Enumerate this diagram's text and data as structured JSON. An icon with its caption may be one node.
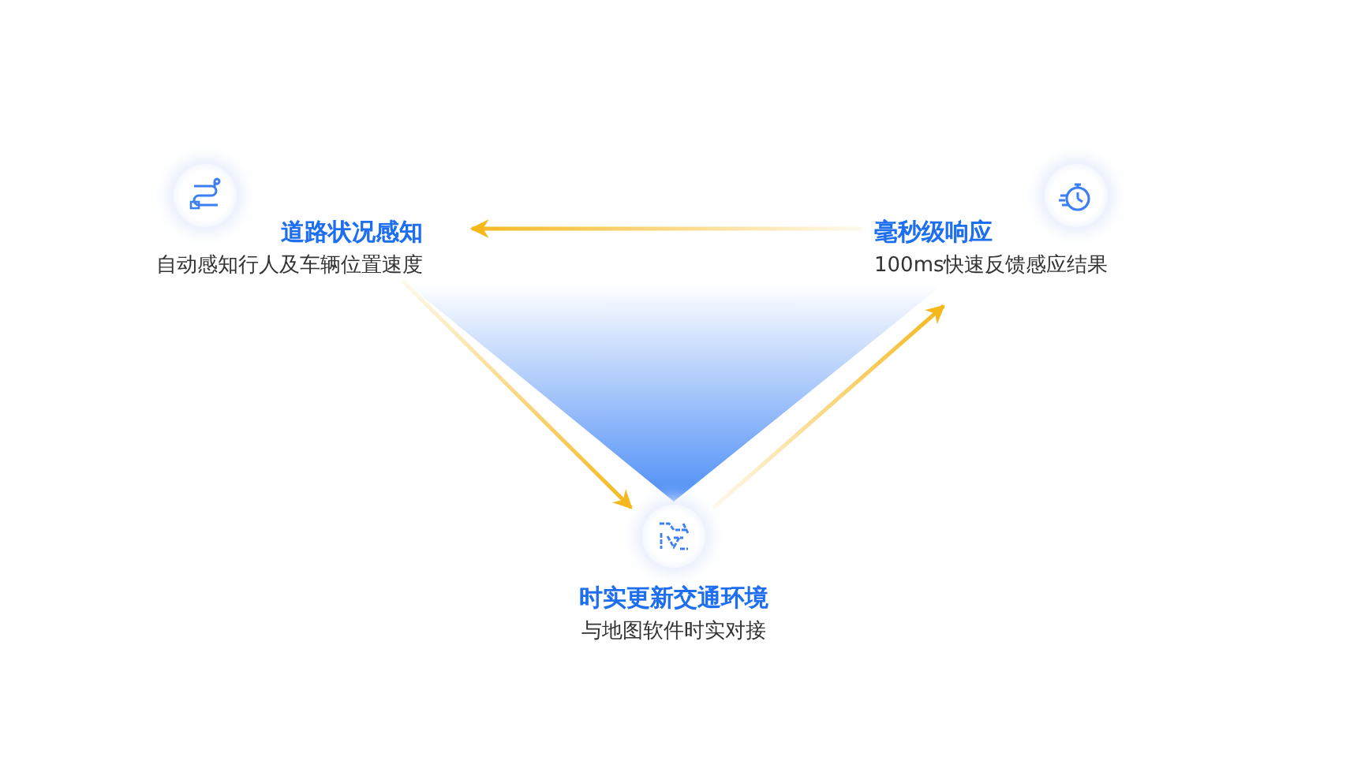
{
  "diagram": {
    "nodes": [
      {
        "text": [
          "道路状况感知",
          "自动感知行人及车辆位置速度"
        ]
      },
      {
        "text": [
          "毫秒级响应",
          "100ms快速反馈感应结果"
        ]
      },
      {
        "text": [
          "时实更新交通环境",
          "与地图软件时实对接"
        ]
      }
    ],
    "edges": [
      {
        "from": 1,
        "to": 0,
        "arrow": "to",
        "color": "#f5b81c"
      },
      {
        "from": 0,
        "to": 2,
        "arrow": "to",
        "color": "#f5b81c"
      },
      {
        "from": 2,
        "to": 1,
        "arrow": "to",
        "color": "#f5b81c"
      }
    ]
  }
}
